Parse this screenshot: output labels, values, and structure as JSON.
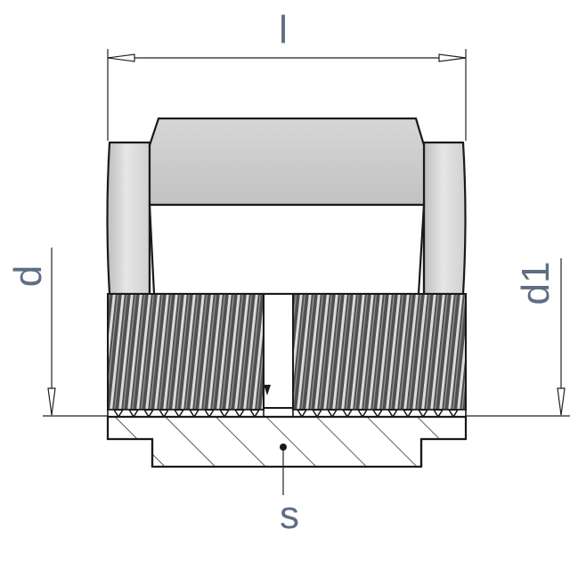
{
  "labels": {
    "length": "l",
    "diameter": "d",
    "diameter_1": "d1",
    "wrench_size": "s"
  },
  "colors": {
    "body_light": "#ededed",
    "body_mid": "#d4d4d4",
    "body_shade": "#c4c4c4",
    "thread_dark": "#4a4a4a",
    "thread_light": "#d8d8d8",
    "outline": "#1a1a1a",
    "label": "#5d6e84"
  }
}
